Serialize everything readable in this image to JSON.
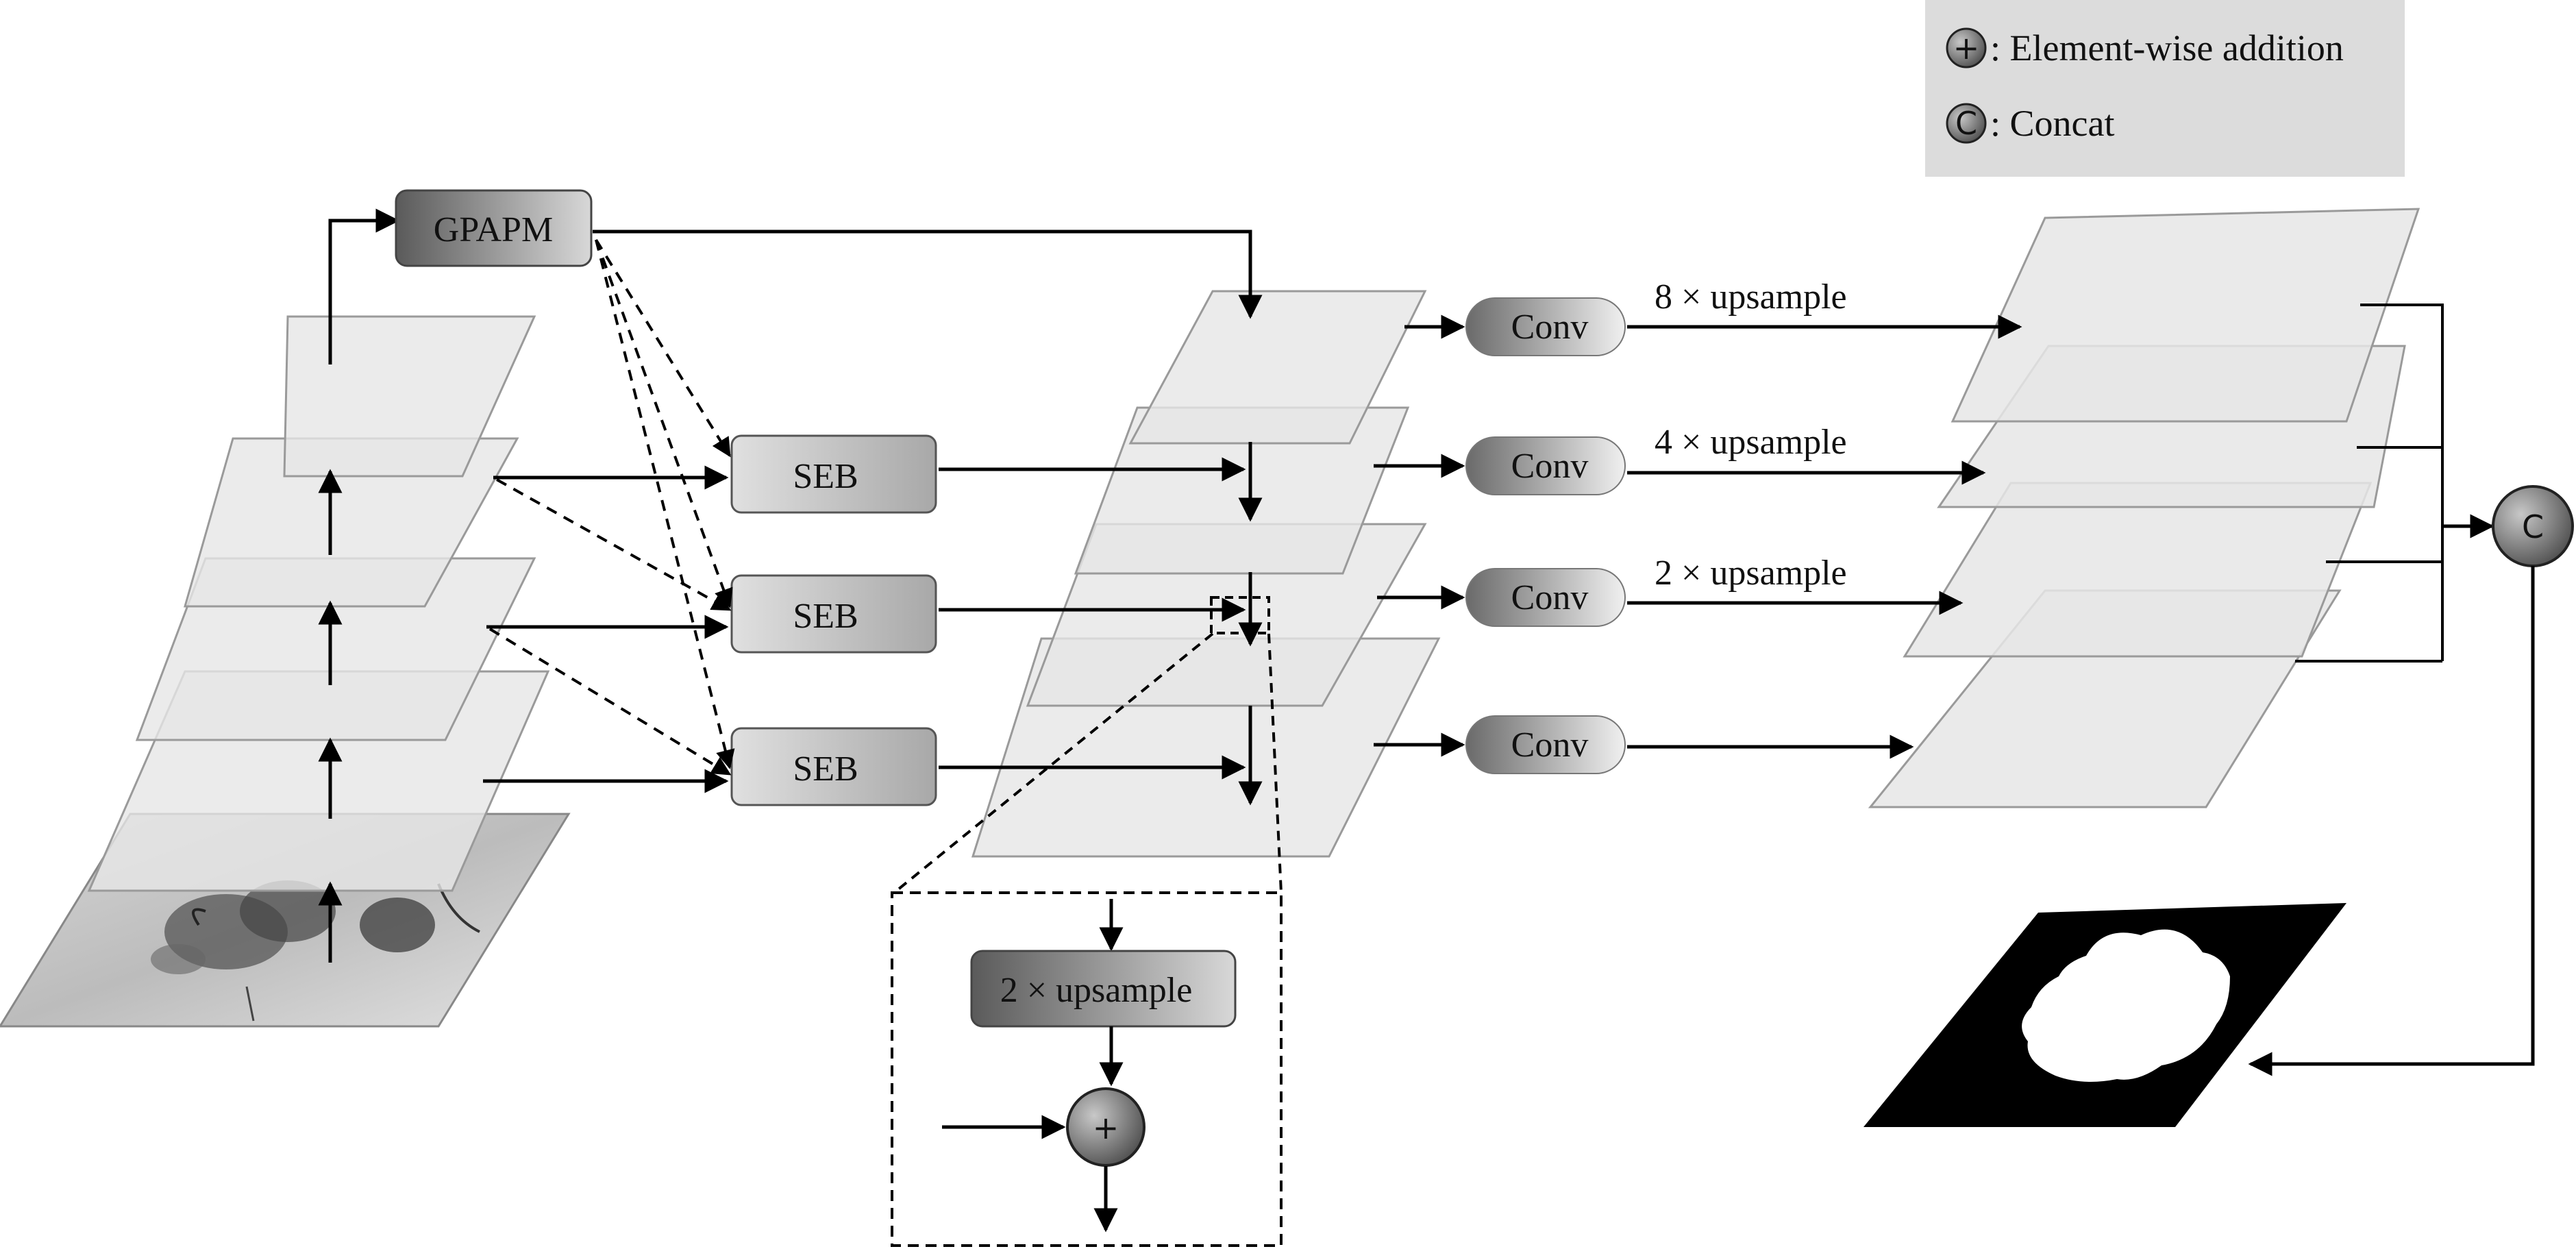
{
  "legend": {
    "add_symbol": "+",
    "add_text": ": Element-wise addition",
    "concat_symbol": "C",
    "concat_text": ": Concat"
  },
  "modules": {
    "gpapm": "GPAPM",
    "seb_1": "SEB",
    "seb_2": "SEB",
    "seb_3": "SEB",
    "conv_1": "Conv",
    "conv_2": "Conv",
    "conv_3": "Conv",
    "conv_4": "Conv"
  },
  "upsample_labels": {
    "up_8": "8 × upsample",
    "up_4": "4 × upsample",
    "up_2": "2 × upsample"
  },
  "inset": {
    "upsample": "2 × upsample",
    "add_symbol": "+"
  },
  "concat_node": "C",
  "colors": {
    "plane_fill": "#e6e6e6",
    "plane_stroke": "#9a9a9a",
    "box_dark": "#5c5c5c",
    "box_light": "#d4d4d4",
    "legend_bg": "#dcdcdc",
    "line": "#000000"
  }
}
